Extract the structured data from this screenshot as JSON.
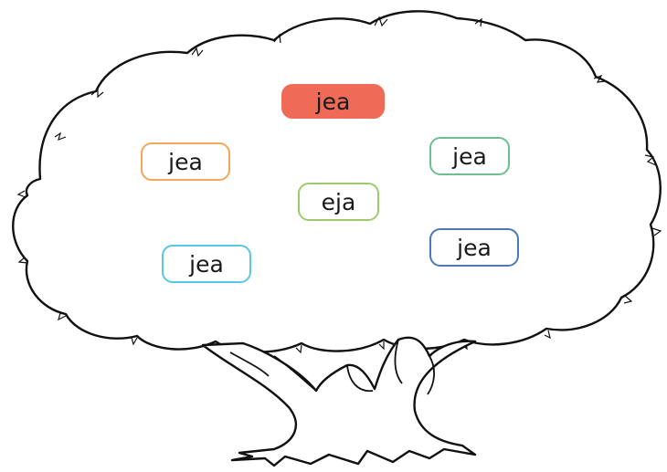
{
  "words": [
    {
      "text": "jea",
      "border": "#ef6b57",
      "fill": "#ef6b57"
    },
    {
      "text": "jea",
      "border": "#f2a65a",
      "fill": "#ffffff"
    },
    {
      "text": "jea",
      "border": "#6cbf8e",
      "fill": "#ffffff"
    },
    {
      "text": "eja",
      "border": "#9acd6a",
      "fill": "#ffffff"
    },
    {
      "text": "jea",
      "border": "#57c7e3",
      "fill": "#ffffff"
    },
    {
      "text": "jea",
      "border": "#4f77b5",
      "fill": "#ffffff"
    }
  ],
  "colors": {
    "outline": "#111111",
    "background": "#ffffff"
  },
  "icons": {
    "tree": "tree-outline-icon"
  }
}
